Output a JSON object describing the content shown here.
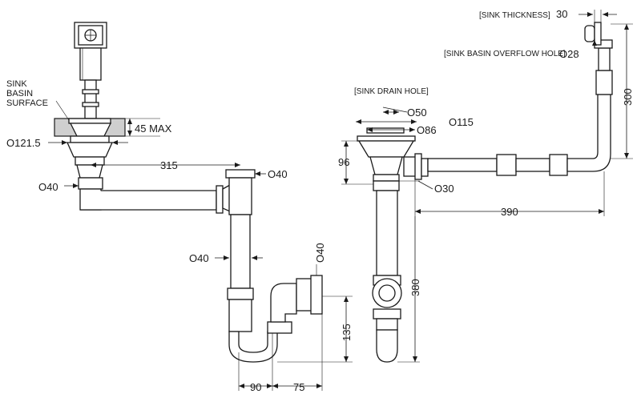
{
  "labels": {
    "sink_basin_surface_1": "SINK",
    "sink_basin_surface_2": "BASIN",
    "sink_basin_surface_3": "SURFACE",
    "max_height": "45 MAX",
    "strainer_dia": "O121.5",
    "tail_dia": "O40",
    "horizontal_315": "315",
    "tee_dia": "O40",
    "vertical_dia": "O40",
    "outlet_dia": "O40",
    "trap_height": "135",
    "trap_offset_90": "90",
    "trap_offset_75": "75",
    "sink_drain_hole": "[SINK DRAIN HOLE]",
    "dia_50": "O50",
    "dia_115": "O115",
    "dia_86": "O86",
    "height_96": "96",
    "overflow_dia_30": "O30",
    "length_390": "390",
    "height_380": "380",
    "sink_thickness": "[SINK THICKNESS]",
    "thickness_30": "30",
    "overflow_hole": "[SINK BASIN OVERFLOW HOLE]",
    "overflow_dia_28": "O28",
    "height_300": "300"
  },
  "colors": {
    "line": "#1a1a1a",
    "fill_dark": "#cfcfcf",
    "background": "#ffffff"
  }
}
